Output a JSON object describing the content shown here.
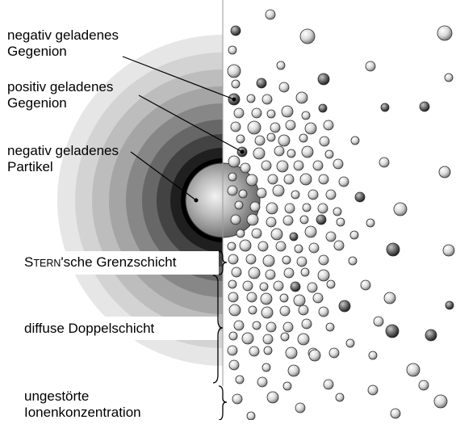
{
  "labels": {
    "negative_counterion": [
      "negativ geladenes",
      "Gegenion"
    ],
    "positive_counterion": [
      "positiv geladenes",
      "Gegenion"
    ],
    "negative_particle": [
      "negativ geladenes",
      "Partikel"
    ]
  },
  "layers": {
    "stern_initial": "S",
    "stern_smallcaps": "TERN",
    "stern_rest": "'sche Grenzschicht",
    "diffuse": "diffuse Doppelschicht",
    "bulk": [
      "ungestörte",
      "Ionenkonzentration"
    ]
  },
  "colors": {
    "ring_light": "#e6e6e6",
    "ring_dark": "#000000",
    "particle_highlight": "#f0f0f0",
    "particle_shadow": "#6e6e6e",
    "positive_ion": "#d8d8d8",
    "negative_ion": "#5a5a5a"
  },
  "icons": {
    "brace": "curly-brace",
    "ion": "shaded-sphere"
  }
}
